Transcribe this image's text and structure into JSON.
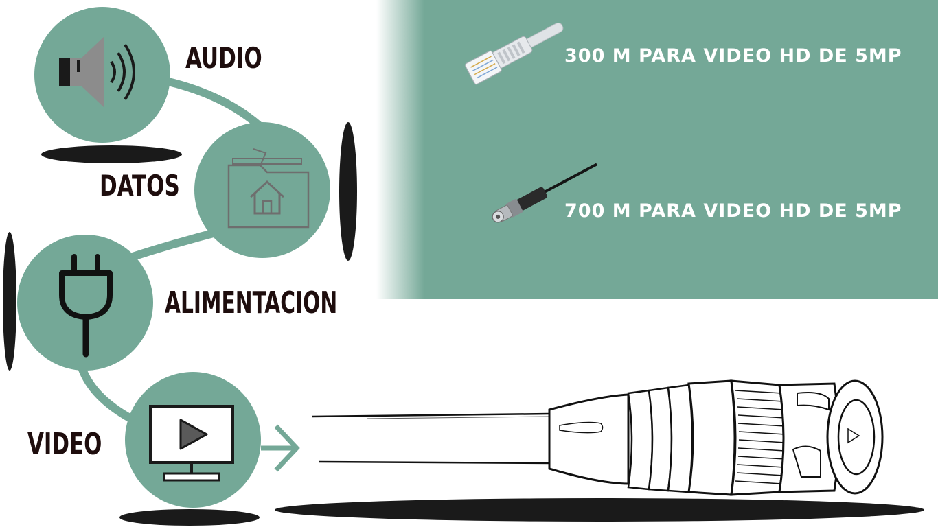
{
  "labels": {
    "audio": "AUDIO",
    "datos": "DATOS",
    "alimentacion": "ALIMENTACION",
    "video": "VIDEO"
  },
  "cables": {
    "rj45": "300 M PARA VIDEO HD DE 5MP",
    "bnc": "700 M PARA VIDEO HD DE 5MP"
  },
  "colors": {
    "accent": "#74a897",
    "text_dark": "#1e0d0d",
    "text_light": "#ffffff"
  },
  "icons": [
    "speaker-icon",
    "folder-home-icon",
    "power-plug-icon",
    "play-monitor-icon",
    "arrow-right-icon",
    "rj45-connector-icon",
    "bnc-connector-icon"
  ]
}
